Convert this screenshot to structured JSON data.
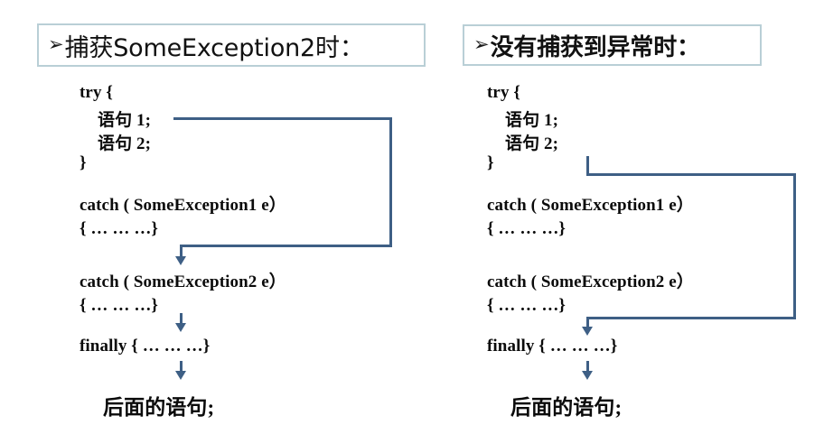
{
  "diagram": {
    "title_left": "捕获SomeException2时：",
    "title_right": "没有捕获到异常时：",
    "bullet_glyph": "➢",
    "line_color": "#3e5f85",
    "box_border_color": "#b9cfd6",
    "text_color": "#0b0b0b",
    "background": "#ffffff"
  },
  "panels": [
    {
      "id": "left",
      "caption": "捕获SomeException2时：",
      "code": [
        "try {",
        "语句 1;",
        "语句 2;",
        "}",
        "catch ( SomeException1 e）",
        "{ … … …}",
        "catch ( SomeException2 e）",
        "{ … … …}",
        "finally { … … …}",
        "后面的语句;"
      ],
      "flow": "语句 1 抛出 SomeException2，跳过 catch SomeException1，进入 catch SomeException2，再到 finally，最后执行后面的语句"
    },
    {
      "id": "right",
      "caption": "没有捕获到异常时：",
      "code": [
        "try {",
        "语句 1;",
        "语句 2;",
        "}",
        "catch ( SomeException1 e）",
        "{ … … …}",
        "catch ( SomeException2 e）",
        "{ … … …}",
        "finally { … … …}",
        "后面的语句;"
      ],
      "flow": "try 块正常结束，跳过所有 catch 块，直接进入 finally，最后执行后面的语句"
    }
  ]
}
